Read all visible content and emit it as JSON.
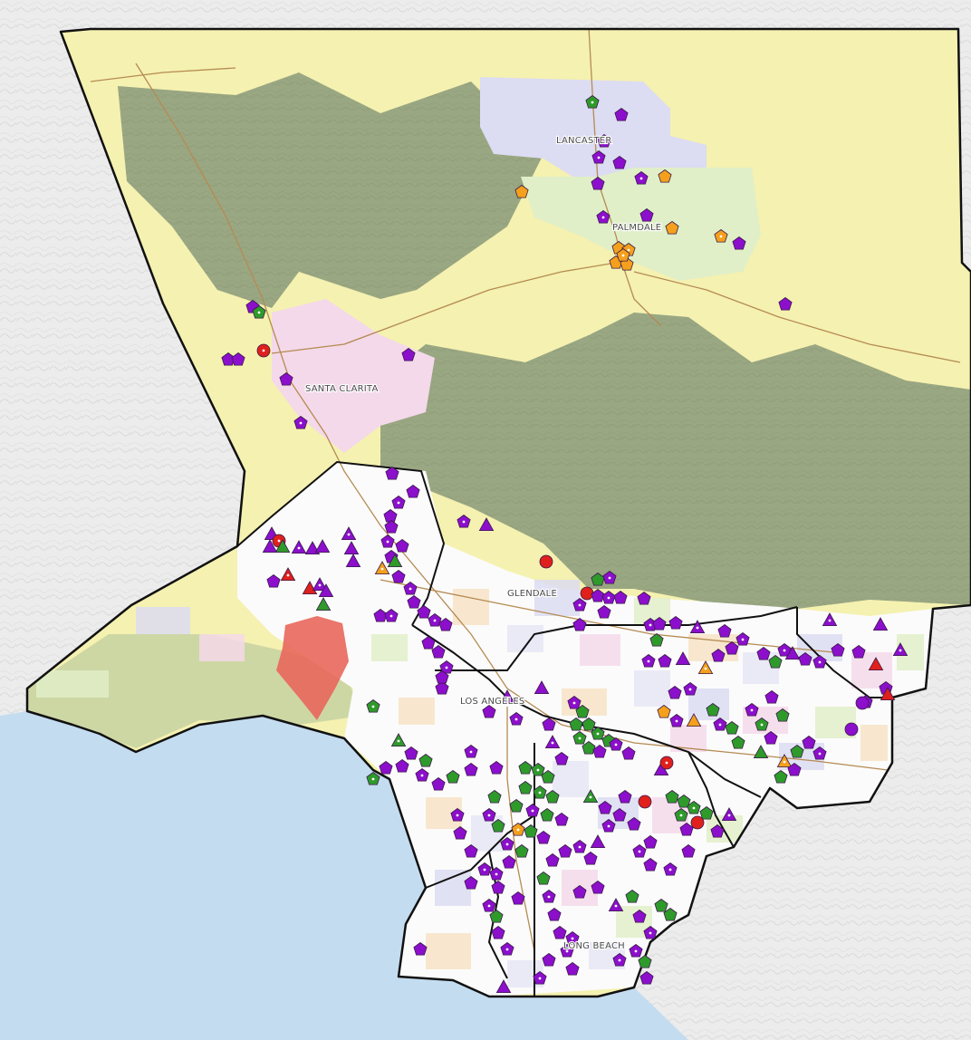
{
  "map": {
    "region": "Los Angeles County",
    "colors": {
      "ocean": "#c4dcf0",
      "land_outside": "#ececec",
      "unincorporated": "#f5f1b0",
      "mountains": "#9aa783",
      "city_white": "#fbfbfb",
      "district_purple": "#dcdcf2",
      "district_pink": "#f4d9ea",
      "district_green": "#e0efc8",
      "fire_zone": "#e8675c",
      "county_border": "#111111",
      "roads": "#b58b52"
    },
    "city_labels": [
      {
        "key": "lancaster",
        "text": "LANCASTER"
      },
      {
        "key": "palmdale",
        "text": "PALMDALE"
      },
      {
        "key": "santa_clarita",
        "text": "SANTA CLARITA"
      },
      {
        "key": "glendale",
        "text": "GLENDALE"
      },
      {
        "key": "los_angeles",
        "text": "LOS ANGELES"
      },
      {
        "key": "long_beach",
        "text": "LONG BEACH"
      }
    ],
    "marker_styles": {
      "purple": "#8c0fcc",
      "green": "#2e9a2a",
      "orange": "#f4a01c",
      "red": "#e0201c"
    },
    "marker_shapes": [
      "pentagon",
      "triangle",
      "circle"
    ]
  }
}
